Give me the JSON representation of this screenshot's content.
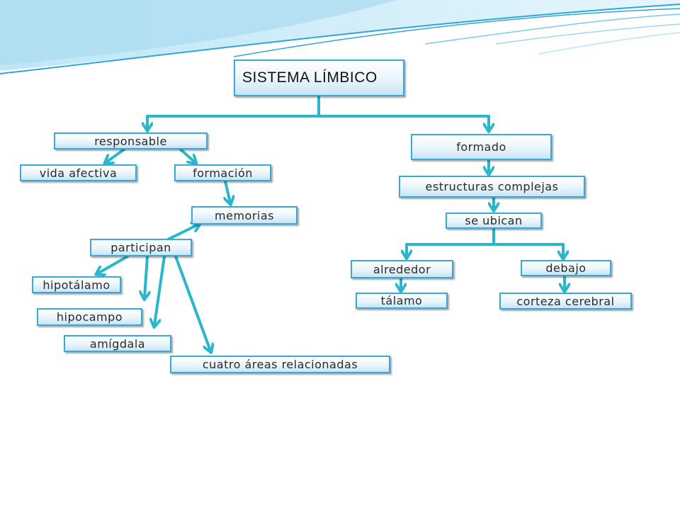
{
  "colors": {
    "connector": "#2ab7cc",
    "node_border": "#3aa8d8",
    "swoosh": "#2da7d8"
  },
  "title": "SISTEMA LÍMBICO",
  "left": {
    "responsable": "responsable",
    "vida_afectiva": "vida afectiva",
    "formacion": "formación",
    "memorias": "memorias",
    "participan": "participan",
    "hipotalamo": "hipotálamo",
    "hipocampo": "hipocampo",
    "amigdala": "amígdala",
    "cuatro_areas": "cuatro áreas relacionadas"
  },
  "right": {
    "formado": "formado",
    "estructuras": "estructuras complejas",
    "se_ubican": "se ubican",
    "alrededor": "alrededor",
    "debajo": "debajo",
    "talamo": "tálamo",
    "corteza": "corteza cerebral"
  }
}
